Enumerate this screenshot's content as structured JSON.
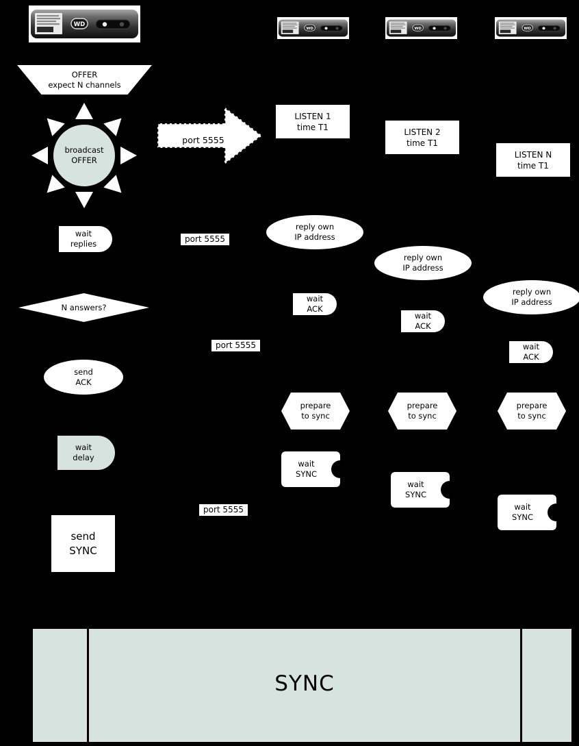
{
  "colors": {
    "background": "#000000",
    "shape": "#ffffff",
    "accent": "#d7e3df",
    "text": "#000000"
  },
  "devices": {
    "logo": "WD"
  },
  "offer": {
    "line1": "OFFER",
    "line2": "expect N channels"
  },
  "broadcast": {
    "line1": "broadcast",
    "line2": "OFFER"
  },
  "arrow": {
    "label": "port 5555"
  },
  "listen": [
    {
      "line1": "LISTEN 1",
      "line2": "time T1"
    },
    {
      "line1": "LISTEN 2",
      "line2": "time T1"
    },
    {
      "line1": "LISTEN N",
      "line2": "time T1"
    }
  ],
  "wait_replies": {
    "line1": "wait",
    "line2": "replies"
  },
  "ports": [
    "port 5555",
    "port 5555",
    "port 5555"
  ],
  "reply": [
    {
      "line1": "reply own",
      "line2": "IP address"
    },
    {
      "line1": "reply own",
      "line2": "IP address"
    },
    {
      "line1": "reply own",
      "line2": "IP address"
    }
  ],
  "n_answers": {
    "label": "N answers?"
  },
  "wait_ack": [
    {
      "line1": "wait",
      "line2": "ACK"
    },
    {
      "line1": "wait",
      "line2": "ACK"
    },
    {
      "line1": "wait",
      "line2": "ACK"
    }
  ],
  "send_ack": {
    "line1": "send",
    "line2": "ACK"
  },
  "prepare": [
    {
      "line1": "prepare",
      "line2": "to sync"
    },
    {
      "line1": "prepare",
      "line2": "to sync"
    },
    {
      "line1": "prepare",
      "line2": "to sync"
    }
  ],
  "wait_delay": {
    "line1": "wait",
    "line2": "delay"
  },
  "wait_sync": [
    {
      "line1": "wait",
      "line2": "SYNC"
    },
    {
      "line1": "wait",
      "line2": "SYNC"
    },
    {
      "line1": "wait",
      "line2": "SYNC"
    }
  ],
  "send_sync": {
    "line1": "send",
    "line2": "SYNC"
  },
  "sync_bar": {
    "label": "SYNC"
  }
}
